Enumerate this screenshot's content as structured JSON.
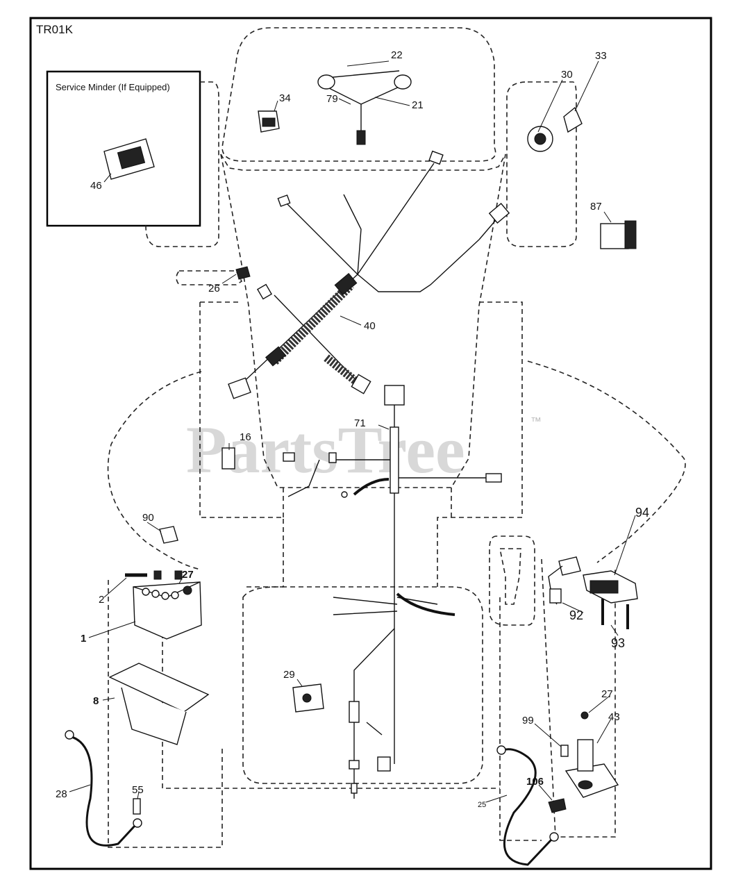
{
  "diagram": {
    "code": "TR01K",
    "inset_title": "Service Minder (If Equipped)",
    "watermark": "PartsTree",
    "trademark": "™",
    "callouts": [
      {
        "id": "c22",
        "text": "22"
      },
      {
        "id": "c21",
        "text": "21"
      },
      {
        "id": "c79",
        "text": "79"
      },
      {
        "id": "c34",
        "text": "34"
      },
      {
        "id": "c30",
        "text": "30"
      },
      {
        "id": "c33",
        "text": "33"
      },
      {
        "id": "c87",
        "text": "87"
      },
      {
        "id": "c46",
        "text": "46"
      },
      {
        "id": "c26",
        "text": "26"
      },
      {
        "id": "c40",
        "text": "40"
      },
      {
        "id": "c16",
        "text": "16"
      },
      {
        "id": "c71",
        "text": "71"
      },
      {
        "id": "c90",
        "text": "90"
      },
      {
        "id": "c27a",
        "text": "27"
      },
      {
        "id": "c2",
        "text": "2"
      },
      {
        "id": "c1",
        "text": "1"
      },
      {
        "id": "c8",
        "text": "8"
      },
      {
        "id": "c28",
        "text": "28"
      },
      {
        "id": "c55",
        "text": "55"
      },
      {
        "id": "c29",
        "text": "29"
      },
      {
        "id": "c94",
        "text": "94"
      },
      {
        "id": "c92",
        "text": "92"
      },
      {
        "id": "c93",
        "text": "93"
      },
      {
        "id": "c27b",
        "text": "27"
      },
      {
        "id": "c43",
        "text": "43"
      },
      {
        "id": "c99",
        "text": "99"
      },
      {
        "id": "c106",
        "text": "106"
      },
      {
        "id": "c25",
        "text": "25"
      }
    ]
  }
}
